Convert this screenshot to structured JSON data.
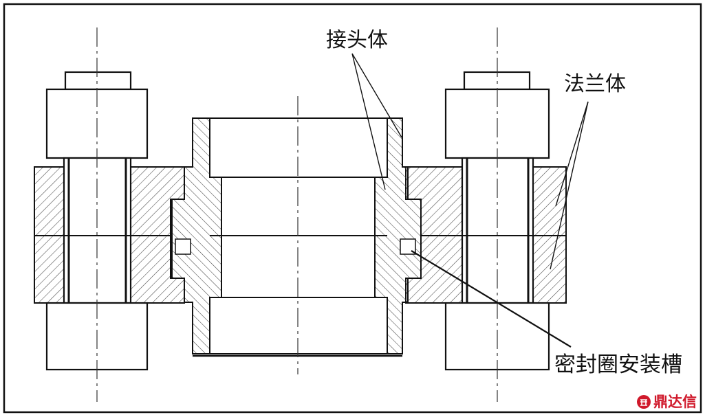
{
  "labels": {
    "joint_body": "接头体",
    "flange_body": "法兰体",
    "seal_groove": "密封圈安装槽"
  },
  "logo": {
    "text": "鼎达信",
    "icon": "brand-seal-icon",
    "color": "#d0192b"
  },
  "colors": {
    "line": "#111111",
    "hatch": "#444444",
    "background": "#ffffff"
  }
}
